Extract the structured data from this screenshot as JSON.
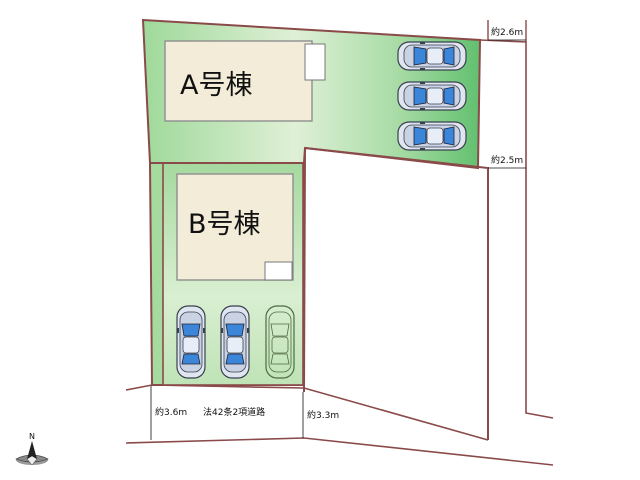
{
  "colors": {
    "lot_green_light": "#e8f5e3",
    "lot_green_dark": "#6fc77a",
    "boundary": "#8b4a4a",
    "building": "#f3ecd9",
    "building_border": "#8e8e8e"
  },
  "buildings": [
    {
      "id": "a",
      "label": "A号棟"
    },
    {
      "id": "b",
      "label": "B号棟"
    }
  ],
  "parking": [
    {
      "id": "a1",
      "orientation": "horizontal",
      "style": "solid"
    },
    {
      "id": "a2",
      "orientation": "horizontal",
      "style": "solid"
    },
    {
      "id": "a3",
      "orientation": "horizontal",
      "style": "solid"
    },
    {
      "id": "b1",
      "orientation": "vertical",
      "style": "solid"
    },
    {
      "id": "b2",
      "orientation": "vertical",
      "style": "solid"
    },
    {
      "id": "b3",
      "orientation": "vertical",
      "style": "outline"
    }
  ],
  "dimensions": {
    "north_road_top": "約2.6m",
    "north_road_mid": "約2.5m",
    "south_road_left": "約3.6m",
    "south_road_right": "約3.3m"
  },
  "road_label": "法42条2項道路",
  "compass": {
    "label": "N",
    "icon": "north-arrow-icon"
  }
}
